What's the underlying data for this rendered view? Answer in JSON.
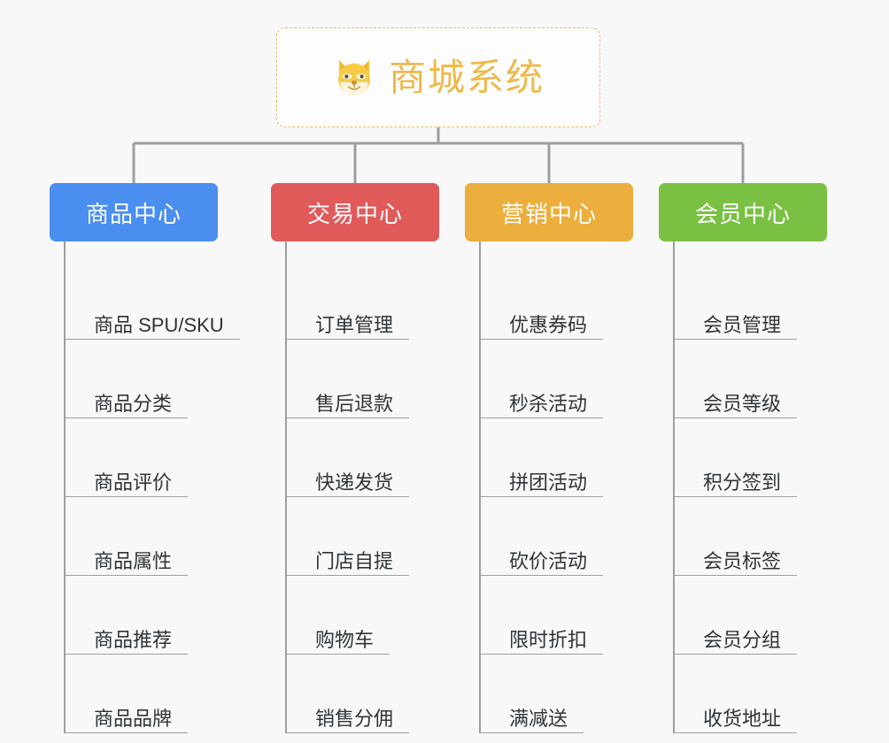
{
  "page": {
    "background_color": "#f8f8f8",
    "type": "org-chart"
  },
  "root": {
    "icon": "shiba-dog-face-icon",
    "title": "商城系统",
    "text_color": "#edb94b",
    "border_color": "#e8b96a",
    "background_color": "#fdfdfd"
  },
  "categories": [
    {
      "label": "商品中心",
      "color": "#4a8ef0",
      "items": [
        "商品 SPU/SKU",
        "商品分类",
        "商品评价",
        "商品属性",
        "商品推荐",
        "商品品牌"
      ]
    },
    {
      "label": "交易中心",
      "color": "#e05a5a",
      "items": [
        "订单管理",
        "售后退款",
        "快递发货",
        "门店自提",
        "购物车",
        "销售分佣"
      ]
    },
    {
      "label": "营销中心",
      "color": "#ecae3c",
      "items": [
        "优惠券码",
        "秒杀活动",
        "拼团活动",
        "砍价活动",
        "限时折扣",
        "满减送"
      ]
    },
    {
      "label": "会员中心",
      "color": "#7ac143",
      "items": [
        "会员管理",
        "会员等级",
        "积分签到",
        "会员标签",
        "会员分组",
        "收货地址"
      ]
    }
  ],
  "connector": {
    "color": "#9e9e9e"
  }
}
